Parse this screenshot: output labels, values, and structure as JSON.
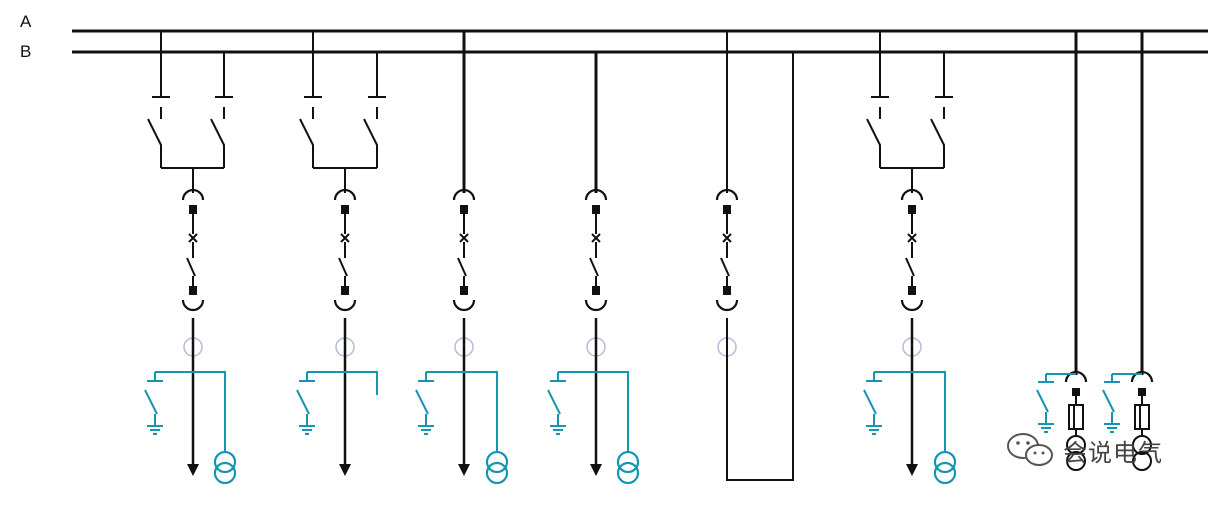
{
  "busbars": [
    {
      "id": "A",
      "label": "A"
    },
    {
      "id": "B",
      "label": "B"
    }
  ],
  "colors": {
    "primary_line": "#111111",
    "secondary_line": "#1596b0",
    "faint": "#b4bcd8"
  },
  "feeders": [
    {
      "type": "dual-isolator-cb-ct"
    },
    {
      "type": "dual-isolator-cb-ct"
    },
    {
      "type": "single-bus-cb-ct"
    },
    {
      "type": "single-bus-cb"
    },
    {
      "type": "bus-coupler-loop"
    },
    {
      "type": "dual-isolator-cb"
    },
    {
      "type": "fuse-vt"
    },
    {
      "type": "fuse-vt"
    }
  ],
  "watermark": {
    "text": "会说电气",
    "icon": "wechat-icon"
  }
}
